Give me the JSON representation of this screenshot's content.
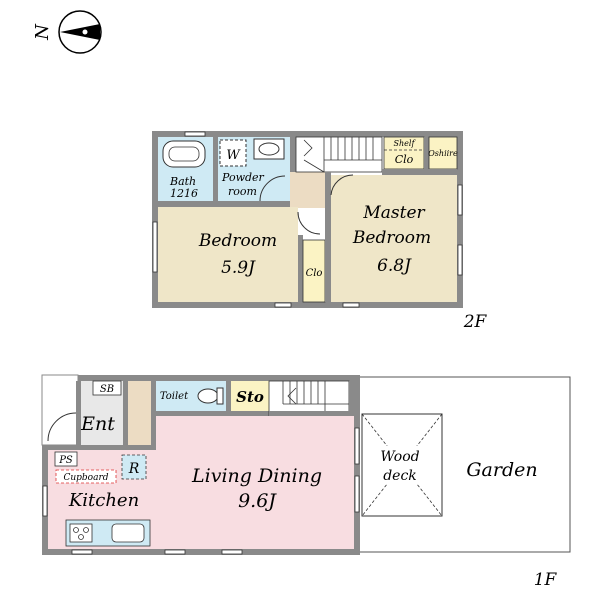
{
  "compass": {
    "label": "N"
  },
  "floors": {
    "second": {
      "label": "2F",
      "rooms": {
        "bath": {
          "line1": "Bath",
          "line2": "1216"
        },
        "washer": "W",
        "powder": {
          "line1": "Powder",
          "line2": "room"
        },
        "bedroom": {
          "name": "Bedroom",
          "size": "5.9J"
        },
        "master": {
          "line1": "Master",
          "line2": "Bedroom",
          "size": "6.8J"
        },
        "shelf": "Shelf",
        "shelf_clo": "Clo",
        "oshiire": "Oshiire",
        "closet": "Clo"
      }
    },
    "first": {
      "label": "1F",
      "rooms": {
        "sb": "SB",
        "toilet": "Toilet",
        "storage": "Sto",
        "entrance": "Ent",
        "ps": "PS",
        "fridge": "R",
        "cupboard": "Cupboard",
        "kitchen": "Kitchen",
        "living": {
          "name": "Living Dining",
          "size": "9.6J"
        },
        "deck": {
          "line1": "Wood",
          "line2": "deck"
        },
        "garden": "Garden"
      }
    }
  },
  "colors": {
    "bath": "#cfeaf4",
    "bedroom": "#efe6c8",
    "closet": "#fbf3c4",
    "living": "#f8dde1",
    "entrance": "#e8e8e8",
    "hall": "#ecdcc3",
    "wall": "#8a8a8a"
  }
}
